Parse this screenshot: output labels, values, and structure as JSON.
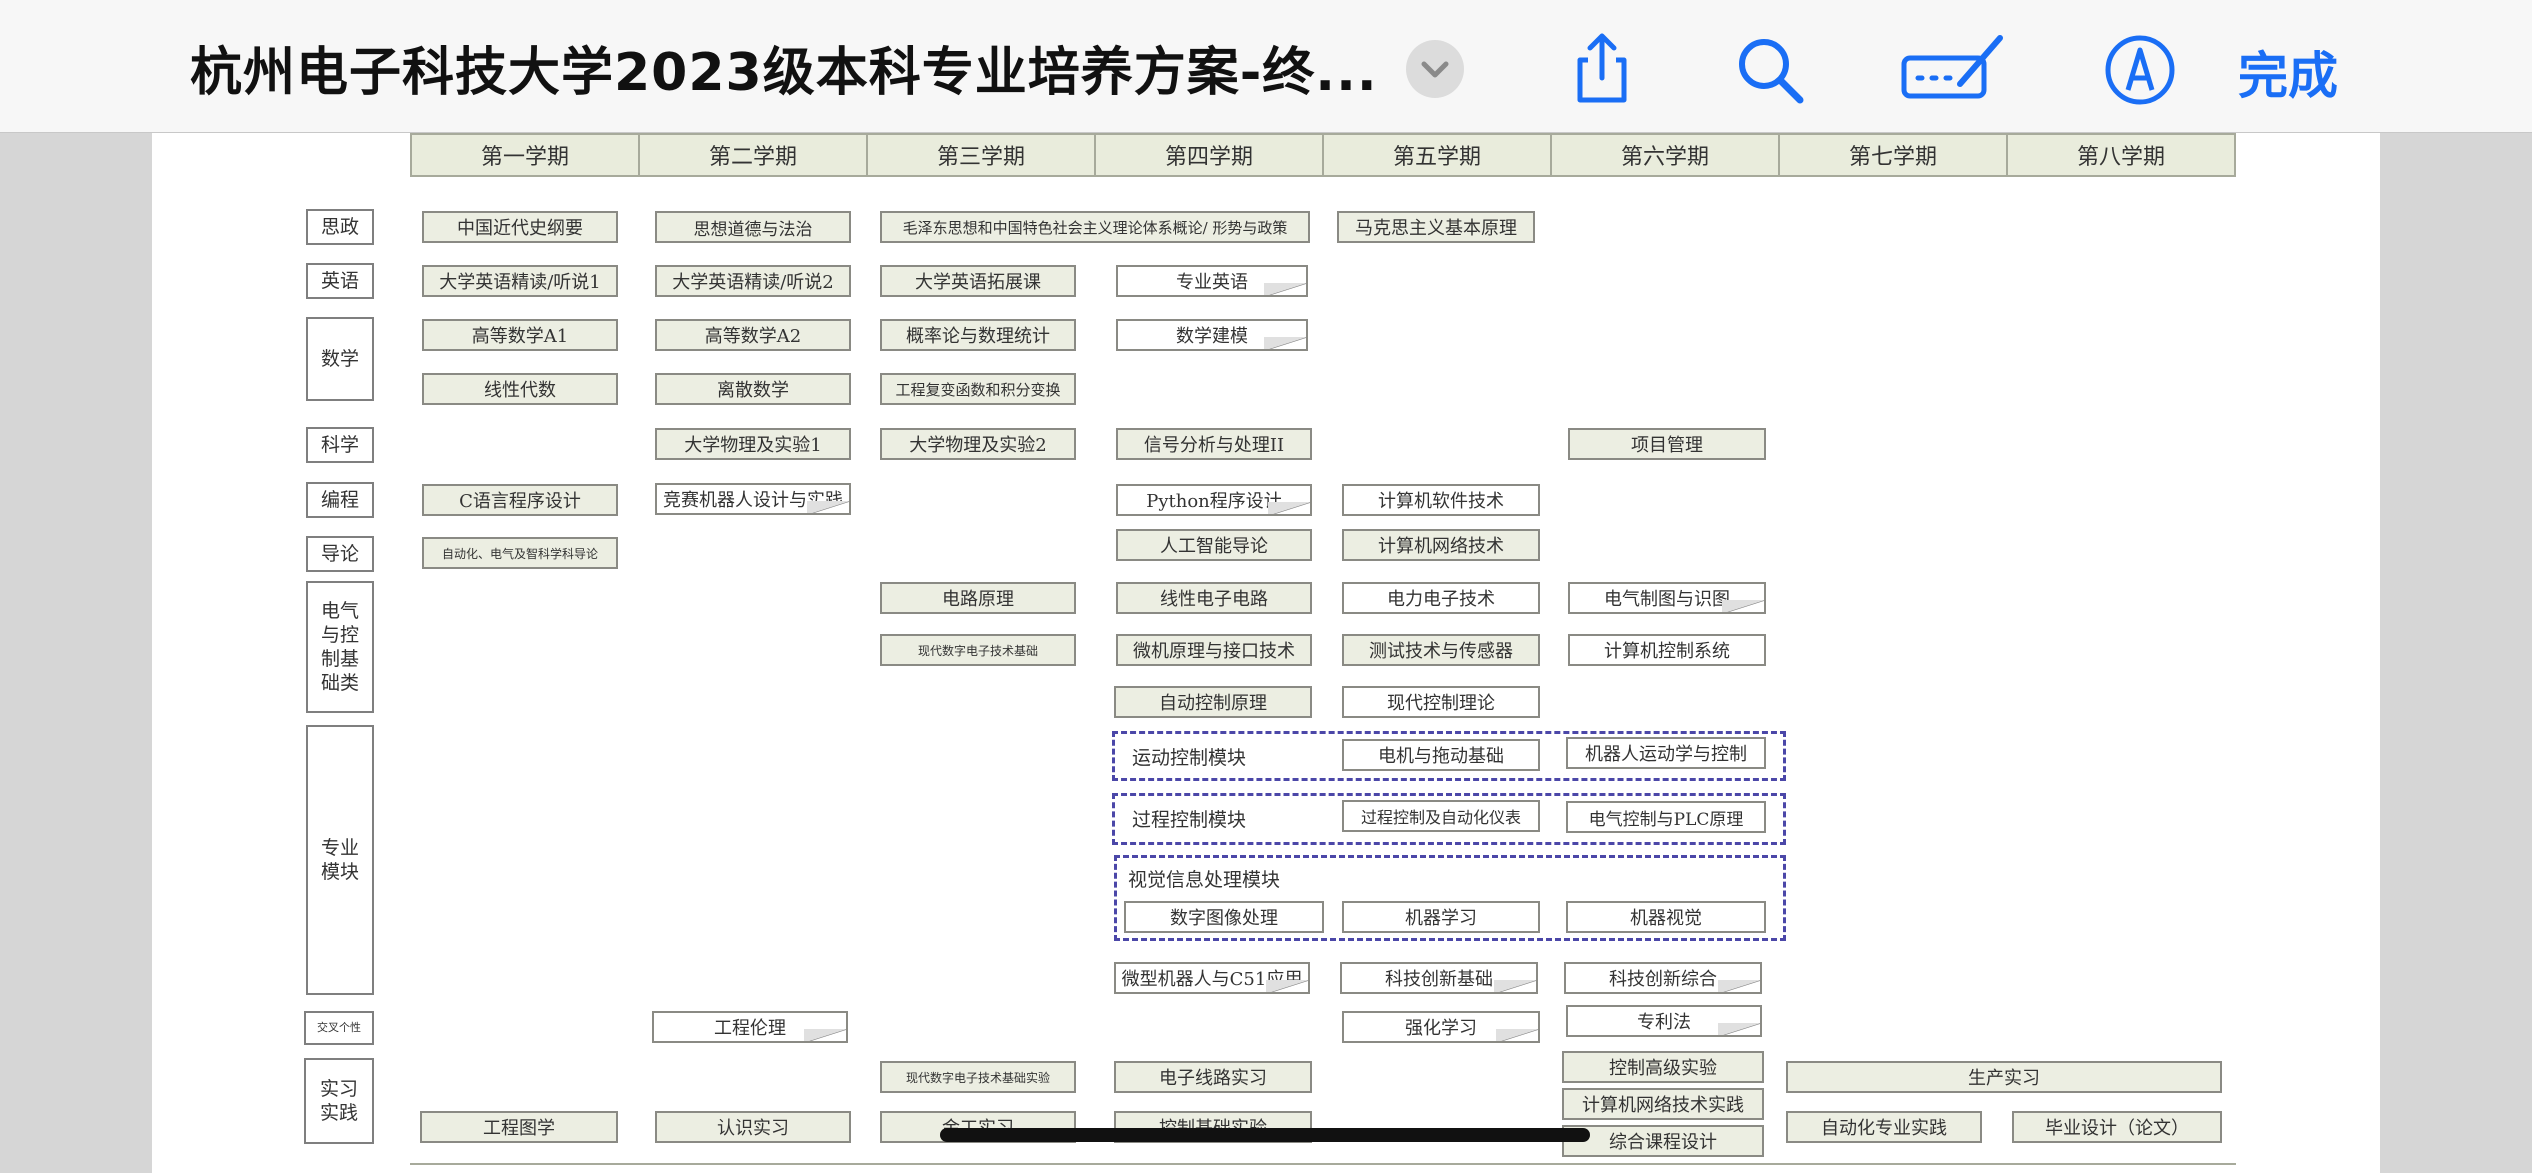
{
  "toolbar": {
    "title": "杭州电子科技大学2023级本科专业培养方案-终...",
    "done_label": "完成",
    "icons": [
      "chevron-down-icon",
      "share-icon",
      "search-icon",
      "markup-icon",
      "pen-icon"
    ]
  },
  "semesters": [
    "第一学期",
    "第二学期",
    "第三学期",
    "第四学期",
    "第五学期",
    "第六学期",
    "第七学期",
    "第八学期"
  ],
  "categories": {
    "politics": "思政",
    "english": "英语",
    "math": "数学",
    "science": "科学",
    "programming": "编程",
    "intro": "导论",
    "electrical": "电气与控制基础类",
    "module": "专业模块",
    "humanities": "交叉个性",
    "practice": "实习实践"
  },
  "courses": {
    "c1": "中国近代史纲要",
    "c2": "思想道德与法治",
    "c3": "毛泽东思想和中国特色社会主义理论体系概论/ 形势与政策",
    "c4": "马克思主义基本原理",
    "c5": "大学英语精读/听说1",
    "c6": "大学英语精读/听说2",
    "c7": "大学英语拓展课",
    "c8": "专业英语",
    "c9": "高等数学A1",
    "c10": "高等数学A2",
    "c11": "概率论与数理统计",
    "c12": "数学建模",
    "c13": "线性代数",
    "c14": "离散数学",
    "c15": "工程复变函数和积分变换",
    "c16": "大学物理及实验1",
    "c17": "大学物理及实验2",
    "c18": "信号分析与处理II",
    "c19": "项目管理",
    "c20": "C语言程序设计",
    "c21": "竞赛机器人设计与实践",
    "c22": "Python程序设计",
    "c23": "计算机软件技术",
    "c24": "自动化、电气及智科学科导论",
    "c25": "人工智能导论",
    "c26": "计算机网络技术",
    "c27": "电路原理",
    "c28": "线性电子电路",
    "c29": "电力电子技术",
    "c30": "电气制图与识图",
    "c31": "现代数字电子技术基础",
    "c32": "微机原理与接口技术",
    "c33": "测试技术与传感器",
    "c34": "计算机控制系统",
    "c35": "自动控制原理",
    "c36": "现代控制理论",
    "c37": "运动控制模块",
    "c38": "电机与拖动基础",
    "c39": "机器人运动学与控制",
    "c40": "过程控制模块",
    "c41": "过程控制及自动化仪表",
    "c42": "电气控制与PLC原理",
    "c43": "视觉信息处理模块",
    "c44": "数字图像处理",
    "c45": "机器学习",
    "c46": "机器视觉",
    "c47": "微型机器人与C51应用",
    "c48": "科技创新基础",
    "c49": "科技创新综合",
    "c50": "工程伦理",
    "c51": "强化学习",
    "c52": "专利法",
    "c53": "现代数字电子技术基础实验",
    "c54": "电子线路实习",
    "c55": "控制高级实验",
    "c56": "生产实习",
    "c57": "计算机网络技术实践",
    "c58": "工程图学",
    "c59": "认识实习",
    "c60": "金工实习",
    "c61": "控制基础实验",
    "c62": "自动化专业实践",
    "c63": "毕业设计（论文）",
    "c64": "综合课程设计"
  }
}
